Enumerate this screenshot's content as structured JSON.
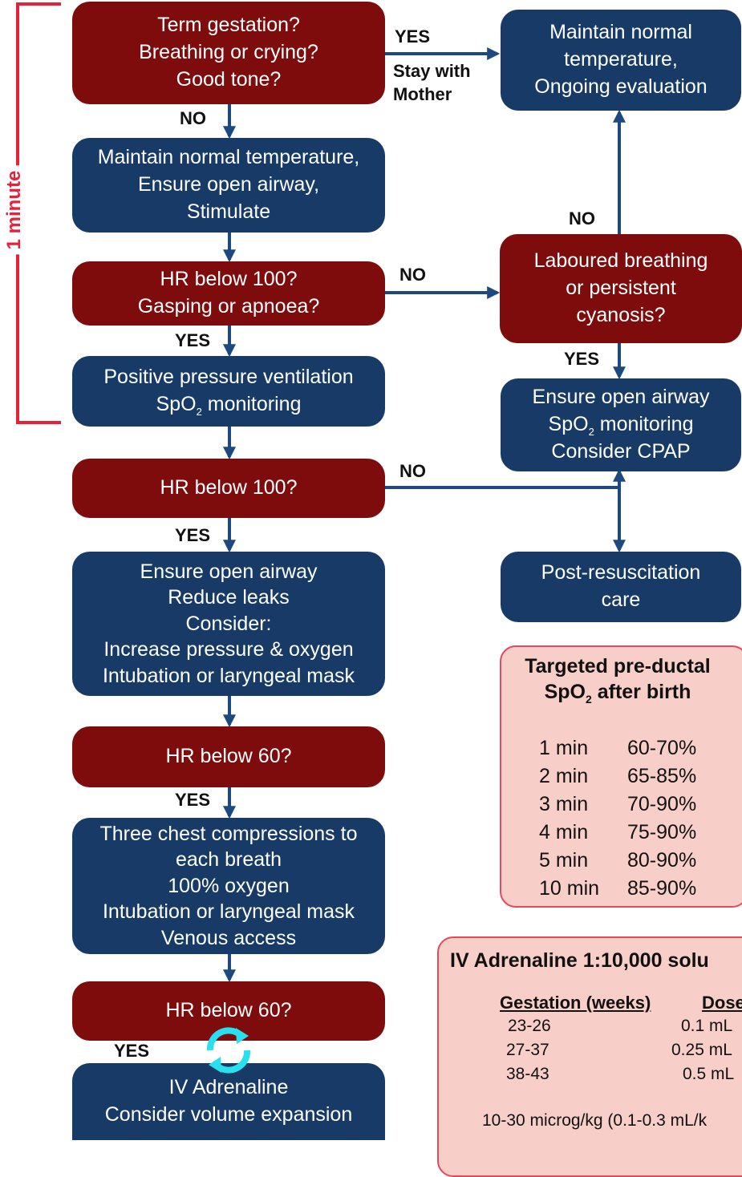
{
  "time_bracket_label": "1 minute",
  "nodes": {
    "term_check": [
      "Term gestation?",
      "Breathing or crying?",
      "Good tone?"
    ],
    "maintain_eval": [
      "Maintain normal",
      "temperature,",
      "Ongoing evaluation"
    ],
    "maintain_temp": [
      "Maintain normal temperature,",
      "Ensure open airway,",
      "Stimulate"
    ],
    "hr100_gasp": [
      "HR below 100?",
      "Gasping or apnoea?"
    ],
    "laboured": [
      "Laboured breathing",
      "or persistent",
      "cyanosis?"
    ],
    "ppv": [
      "Positive pressure ventilation"
    ],
    "ppv_spo2_pre": "SpO",
    "ppv_spo2_sub": "2",
    "ppv_spo2_post": " monitoring",
    "airway_cpap_top": "Ensure open airway",
    "airway_cpap_spo2_pre": "SpO",
    "airway_cpap_spo2_sub": "2",
    "airway_cpap_spo2_post": " monitoring",
    "airway_cpap_bottom": "Consider CPAP",
    "hr100": [
      "HR below 100?"
    ],
    "post_care": [
      "Post-resuscitation",
      "care"
    ],
    "airway_leaks": [
      "Ensure open airway",
      "Reduce leaks",
      "Consider:",
      "Increase pressure & oxygen",
      "Intubation or laryngeal mask"
    ],
    "hr60_a": [
      "HR below 60?"
    ],
    "compressions": [
      "Three chest compressions to",
      "each breath",
      "100% oxygen",
      "Intubation or laryngeal mask",
      "Venous access"
    ],
    "hr60_b": [
      "HR below 60?"
    ],
    "adrenaline": [
      "IV Adrenaline",
      "Consider volume expansion"
    ]
  },
  "edge_labels": {
    "yes_top": "YES",
    "stay_mother_1": "Stay with",
    "stay_mother_2": "Mother",
    "no_1": "NO",
    "no_laboured": "NO",
    "no_hr100a": "NO",
    "yes_ppv": "YES",
    "yes_laboured": "YES",
    "no_hr100b": "NO",
    "yes_hr100b": "YES",
    "yes_hr60a": "YES",
    "yes_hr60b": "YES"
  },
  "spo2_panel": {
    "title_1": "Targeted pre-ductal",
    "title_2_pre": "SpO",
    "title_2_sub": "2",
    "title_2_post": " after birth",
    "rows": [
      {
        "time": "1 min",
        "range": "60-70%"
      },
      {
        "time": "2 min",
        "range": "65-85%"
      },
      {
        "time": "3 min",
        "range": "70-90%"
      },
      {
        "time": "4 min",
        "range": "75-90%"
      },
      {
        "time": "5 min",
        "range": "80-90%"
      },
      {
        "time": "10 min",
        "range": "85-90%"
      }
    ]
  },
  "adrenaline_panel": {
    "title": "IV Adrenaline 1:10,000 solu",
    "col_gestation": "Gestation (weeks)",
    "col_dose": "Dose",
    "rows": [
      {
        "gestation": "23-26",
        "dose": "0.1 mL"
      },
      {
        "gestation": "27-37",
        "dose": "0.25 mL"
      },
      {
        "gestation": "38-43",
        "dose": "0.5 mL"
      }
    ],
    "footnote": "10-30 microg/kg (0.1-0.3 mL/k"
  },
  "colors": {
    "decision_red": "#7f0c0c",
    "action_blue": "#173b66",
    "arrow_blue": "#1c4a80",
    "bracket_red": "#e8203a",
    "panel_pink": "#f8cfc8",
    "refresh_cyan": "#29e0f0"
  },
  "icons": [
    "refresh-icon"
  ]
}
